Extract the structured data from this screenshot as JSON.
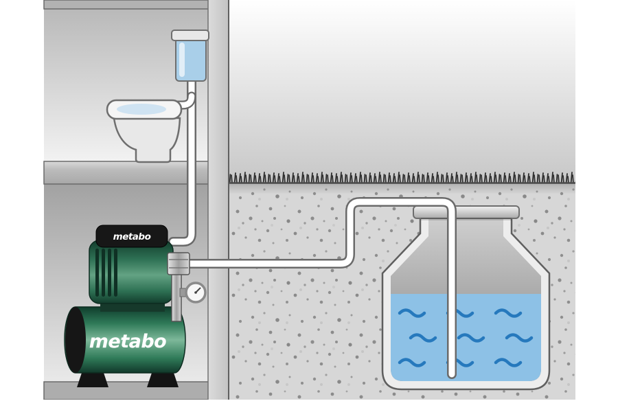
{
  "illustration": {
    "brand": {
      "pump_head_label": "metabo",
      "tank_label": "metabo"
    },
    "colors": {
      "metabo_green_dark": "#123c2c",
      "metabo_green": "#2e7154",
      "metabo_green_light": "#63a283",
      "water_blue": "#8dc1e6",
      "wave_blue": "#2679bd",
      "pipe_white": "#ffffff",
      "pipe_outline": "#6a6a6a",
      "concrete_gray": "#d7d7d7",
      "slab_gray": "#b5b5b5"
    },
    "components": {
      "pump": "domestic-waterworks-pump-icon",
      "cistern": "underground-cistern-icon",
      "toilet": "toilet-with-flush-tank-icon",
      "pipes": "suction-and-delivery-pipe-icon",
      "house": "house-cross-section",
      "ground": "soil-cross-section-with-grass"
    }
  }
}
